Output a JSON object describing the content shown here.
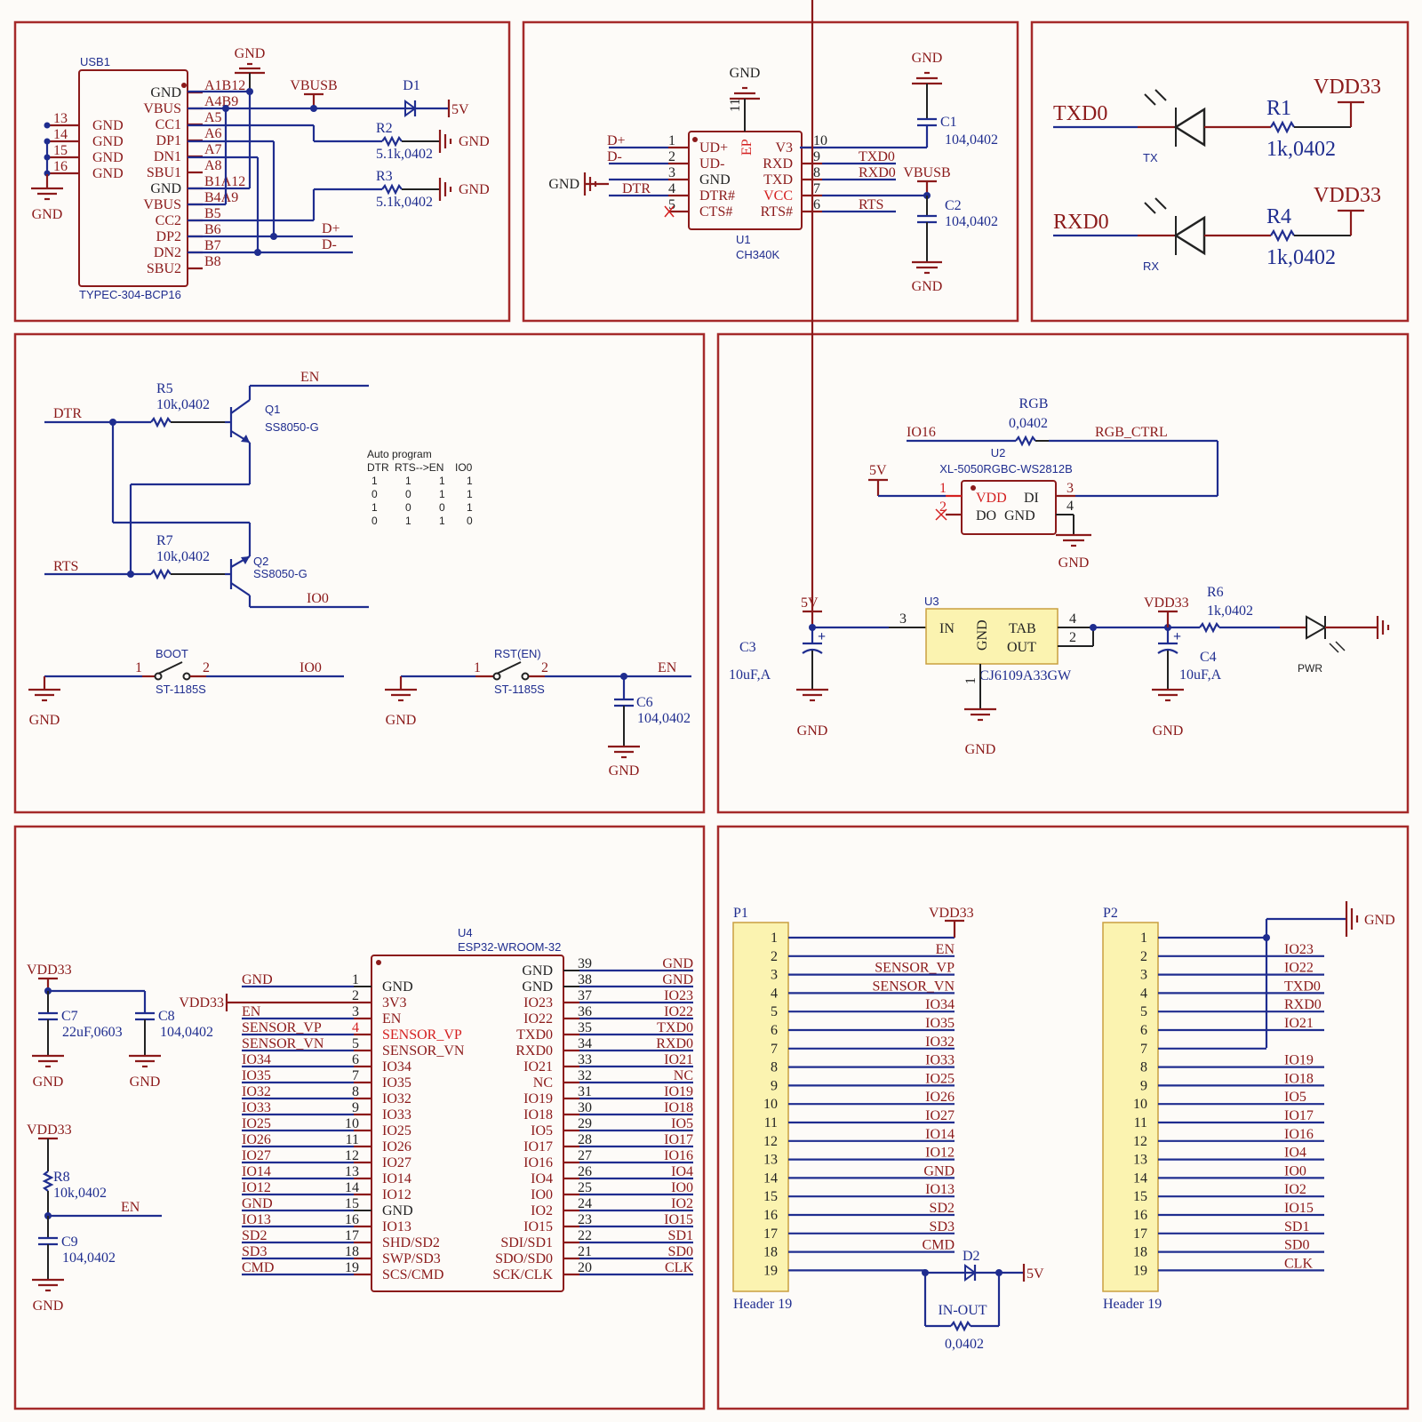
{
  "usb": {
    "ref": "USB1",
    "part": "TYPEC-304-BCP16",
    "left_pins": [
      {
        "num": "13",
        "name": "GND"
      },
      {
        "num": "14",
        "name": "GND"
      },
      {
        "num": "15",
        "name": "GND"
      },
      {
        "num": "16",
        "name": "GND"
      }
    ],
    "right_pins": [
      {
        "num": "A1B12",
        "name": "GND"
      },
      {
        "num": "A4B9",
        "name": "VBUS"
      },
      {
        "num": "A5",
        "name": "CC1"
      },
      {
        "num": "A6",
        "name": "DP1"
      },
      {
        "num": "A7",
        "name": "DN1"
      },
      {
        "num": "A8",
        "name": "SBU1"
      },
      {
        "num": "B1A12",
        "name": "GND"
      },
      {
        "num": "B4A9",
        "name": "VBUS"
      },
      {
        "num": "B5",
        "name": "CC2"
      },
      {
        "num": "B6",
        "name": "DP2"
      },
      {
        "num": "B7",
        "name": "DN2"
      },
      {
        "num": "B8",
        "name": "SBU2"
      }
    ],
    "gnd": "GND",
    "vbusb": "VBUSB",
    "d1": "D1",
    "v5": "5V",
    "r2": "R2",
    "r2_val": "5.1k,0402",
    "r3": "R3",
    "r3_val": "5.1k,0402",
    "dp": "D+",
    "dn": "D-"
  },
  "ch340": {
    "ref": "U1",
    "part": "CH340K",
    "gnd": "GND",
    "ep": "EP",
    "ep_pin": "11",
    "left_pins": [
      {
        "num": "1",
        "name": "UD+",
        "net": "D+"
      },
      {
        "num": "2",
        "name": "UD-",
        "net": "D-"
      },
      {
        "num": "3",
        "name": "GND",
        "net": ""
      },
      {
        "num": "4",
        "name": "DTR#",
        "net": "DTR"
      },
      {
        "num": "5",
        "name": "CTS#",
        "net": ""
      }
    ],
    "right_pins": [
      {
        "num": "10",
        "name": "V3",
        "net": ""
      },
      {
        "num": "9",
        "name": "RXD",
        "net": "TXD0"
      },
      {
        "num": "8",
        "name": "TXD",
        "net": "RXD0"
      },
      {
        "num": "7",
        "name": "VCC",
        "net": ""
      },
      {
        "num": "6",
        "name": "RTS#",
        "net": "RTS"
      }
    ],
    "c1": "C1",
    "c1_val": "104,0402",
    "c2": "C2",
    "c2_val": "104,0402",
    "vbusb": "VBUSB"
  },
  "leds": {
    "rows": [
      {
        "net": "TXD0",
        "label": "TX",
        "res": "R1",
        "val": "1k,0402",
        "supply": "VDD33"
      },
      {
        "net": "RXD0",
        "label": "RX",
        "res": "R4",
        "val": "1k,0402",
        "supply": "VDD33"
      }
    ]
  },
  "autoprog": {
    "dtr": "DTR",
    "rts": "RTS",
    "en": "EN",
    "io0": "IO0",
    "r5": "R5",
    "r5_val": "10k,0402",
    "r7": "R7",
    "r7_val": "10k,0402",
    "q1": "Q1",
    "q1_part": "SS8050-G",
    "q2": "Q2",
    "q2_part": "SS8050-G",
    "table_title": "Auto program",
    "table_header": [
      "DTR",
      "RTS-->EN",
      "IO0"
    ],
    "table_rows": [
      [
        "1",
        "1",
        "1",
        "1"
      ],
      [
        "0",
        "0",
        "1",
        "1"
      ],
      [
        "1",
        "0",
        "0",
        "1"
      ],
      [
        "0",
        "1",
        "1",
        "0"
      ]
    ],
    "boot": "BOOT",
    "rst": "RST(EN)",
    "sw_part": "ST-1185S",
    "pin1": "1",
    "pin2": "2",
    "gnd": "GND",
    "c6": "C6",
    "c6_val": "104,0402"
  },
  "power": {
    "rgb_res": "RGB",
    "rgb_val": "0,0402",
    "io16": "IO16",
    "rgb_ctrl": "RGB_CTRL",
    "u2": "U2",
    "u2_part": "XL-5050RGBC-WS2812B",
    "v5": "5V",
    "u2_pins": {
      "vdd": "VDD",
      "di": "DI",
      "do": "DO",
      "gnd": "GND",
      "p1": "1",
      "p2": "2",
      "p3": "3",
      "p4": "4"
    },
    "u3": "U3",
    "u3_part": "CJ6109A33GW",
    "u3_pins": {
      "in": "IN",
      "gnd": "GND",
      "tab": "TAB",
      "out": "OUT",
      "p1": "1",
      "p2": "2",
      "p3": "3",
      "p4": "4"
    },
    "c3": "C3",
    "c3_val": "10uF,A",
    "c4": "C4",
    "c4_val": "10uF,A",
    "vdd33": "VDD33",
    "r6": "R6",
    "r6_val": "1k,0402",
    "pwr": "PWR",
    "gnd": "GND"
  },
  "esp32": {
    "ref": "U4",
    "part": "ESP32-WROOM-32",
    "vdd33": "VDD33",
    "gnd": "GND",
    "en": "EN",
    "c7": "C7",
    "c7_val": "22uF,0603",
    "c8": "C8",
    "c8_val": "104,0402",
    "r8": "R8",
    "r8_val": "10k,0402",
    "c9": "C9",
    "c9_val": "104,0402",
    "left_pins": [
      {
        "num": "1",
        "name": "GND",
        "net": "GND"
      },
      {
        "num": "2",
        "name": "3V3",
        "net": ""
      },
      {
        "num": "3",
        "name": "EN",
        "net": "EN"
      },
      {
        "num": "4",
        "name": "SENSOR_VP",
        "net": "SENSOR_VP"
      },
      {
        "num": "5",
        "name": "SENSOR_VN",
        "net": "SENSOR_VN"
      },
      {
        "num": "6",
        "name": "IO34",
        "net": "IO34"
      },
      {
        "num": "7",
        "name": "IO35",
        "net": "IO35"
      },
      {
        "num": "8",
        "name": "IO32",
        "net": "IO32"
      },
      {
        "num": "9",
        "name": "IO33",
        "net": "IO33"
      },
      {
        "num": "10",
        "name": "IO25",
        "net": "IO25"
      },
      {
        "num": "11",
        "name": "IO26",
        "net": "IO26"
      },
      {
        "num": "12",
        "name": "IO27",
        "net": "IO27"
      },
      {
        "num": "13",
        "name": "IO14",
        "net": "IO14"
      },
      {
        "num": "14",
        "name": "IO12",
        "net": "IO12"
      },
      {
        "num": "15",
        "name": "GND",
        "net": "GND"
      },
      {
        "num": "16",
        "name": "IO13",
        "net": "IO13"
      },
      {
        "num": "17",
        "name": "SHD/SD2",
        "net": "SD2"
      },
      {
        "num": "18",
        "name": "SWP/SD3",
        "net": "SD3"
      },
      {
        "num": "19",
        "name": "SCS/CMD",
        "net": "CMD"
      }
    ],
    "right_pins": [
      {
        "num": "39",
        "name": "GND",
        "net": "GND"
      },
      {
        "num": "38",
        "name": "GND",
        "net": "GND"
      },
      {
        "num": "37",
        "name": "IO23",
        "net": "IO23"
      },
      {
        "num": "36",
        "name": "IO22",
        "net": "IO22"
      },
      {
        "num": "35",
        "name": "TXD0",
        "net": "TXD0"
      },
      {
        "num": "34",
        "name": "RXD0",
        "net": "RXD0"
      },
      {
        "num": "33",
        "name": "IO21",
        "net": "IO21"
      },
      {
        "num": "32",
        "name": "NC",
        "net": "NC"
      },
      {
        "num": "31",
        "name": "IO19",
        "net": "IO19"
      },
      {
        "num": "30",
        "name": "IO18",
        "net": "IO18"
      },
      {
        "num": "29",
        "name": "IO5",
        "net": "IO5"
      },
      {
        "num": "28",
        "name": "IO17",
        "net": "IO17"
      },
      {
        "num": "27",
        "name": "IO16",
        "net": "IO16"
      },
      {
        "num": "26",
        "name": "IO4",
        "net": "IO4"
      },
      {
        "num": "25",
        "name": "IO0",
        "net": "IO0"
      },
      {
        "num": "24",
        "name": "IO2",
        "net": "IO2"
      },
      {
        "num": "23",
        "name": "IO15",
        "net": "IO15"
      },
      {
        "num": "22",
        "name": "SDI/SD1",
        "net": "SD1"
      },
      {
        "num": "21",
        "name": "SDO/SD0",
        "net": "SD0"
      },
      {
        "num": "20",
        "name": "SCK/CLK",
        "net": "CLK"
      }
    ]
  },
  "headers": {
    "p1": {
      "ref": "P1",
      "part": "Header 19",
      "nets": [
        "VDD33",
        "EN",
        "SENSOR_VP",
        "SENSOR_VN",
        "IO34",
        "IO35",
        "IO32",
        "IO33",
        "IO25",
        "IO26",
        "IO27",
        "IO14",
        "IO12",
        "GND",
        "IO13",
        "SD2",
        "SD3",
        "CMD",
        ""
      ]
    },
    "p2": {
      "ref": "P2",
      "part": "Header 19",
      "nets": [
        "GND",
        "IO23",
        "IO22",
        "TXD0",
        "RXD0",
        "IO21",
        "",
        "IO19",
        "IO18",
        "IO5",
        "IO17",
        "IO16",
        "IO4",
        "IO0",
        "IO2",
        "IO15",
        "SD1",
        "SD0",
        "CLK"
      ]
    },
    "d2": "D2",
    "v5": "5V",
    "inout": "IN-OUT",
    "inout_val": "0,0402",
    "gnd": "GND"
  }
}
